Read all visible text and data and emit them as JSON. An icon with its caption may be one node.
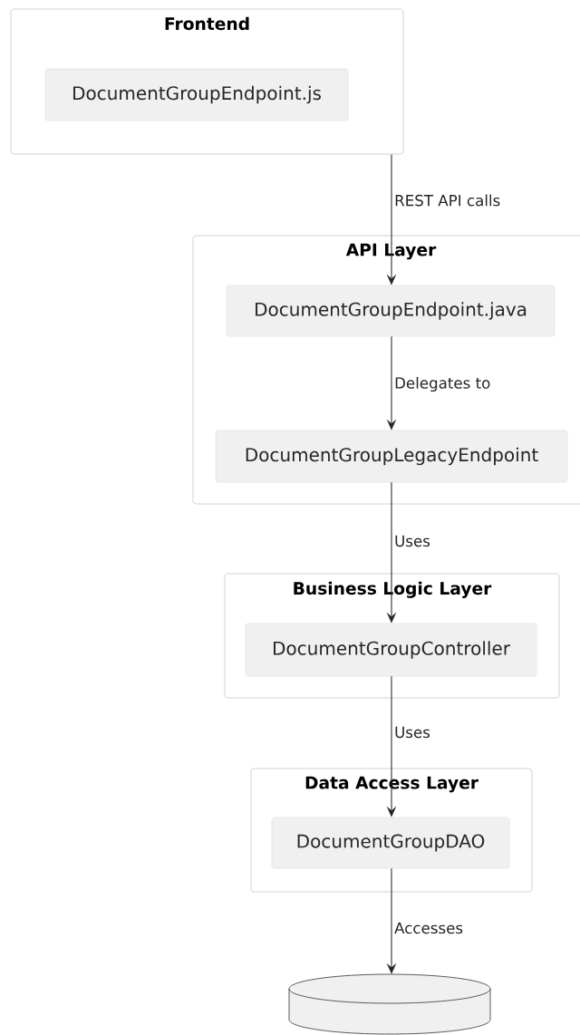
{
  "diagram": {
    "nodes": [
      {
        "text": [
          "Frontend"
        ]
      },
      {
        "text": [
          "DocumentGroupEndpoint.js"
        ],
        "in": 0
      },
      {
        "text": [
          "API Layer"
        ]
      },
      {
        "text": [
          "DocumentGroupEndpoint.java"
        ],
        "in": 2
      },
      {
        "text": [
          "DocumentGroupLegacyEndpoint"
        ],
        "in": 2
      },
      {
        "text": [
          "Business Logic Layer"
        ]
      },
      {
        "text": [
          "DocumentGroupController"
        ],
        "in": 5
      },
      {
        "text": [
          "Data Access Layer"
        ]
      },
      {
        "text": [
          "DocumentGroupDAO"
        ],
        "in": 7
      },
      {
        "text": [],
        "shape": "cylinder"
      }
    ],
    "edges": [
      {
        "from": 0,
        "to": 3,
        "arrow": "to",
        "label": "REST API calls"
      },
      {
        "from": 3,
        "to": 4,
        "arrow": "to",
        "label": "Delegates to"
      },
      {
        "from": 4,
        "to": 6,
        "arrow": "to",
        "label": "Uses"
      },
      {
        "from": 6,
        "to": 8,
        "arrow": "to",
        "label": "Uses"
      },
      {
        "from": 8,
        "to": 9,
        "arrow": "to",
        "label": "Accesses"
      }
    ]
  }
}
